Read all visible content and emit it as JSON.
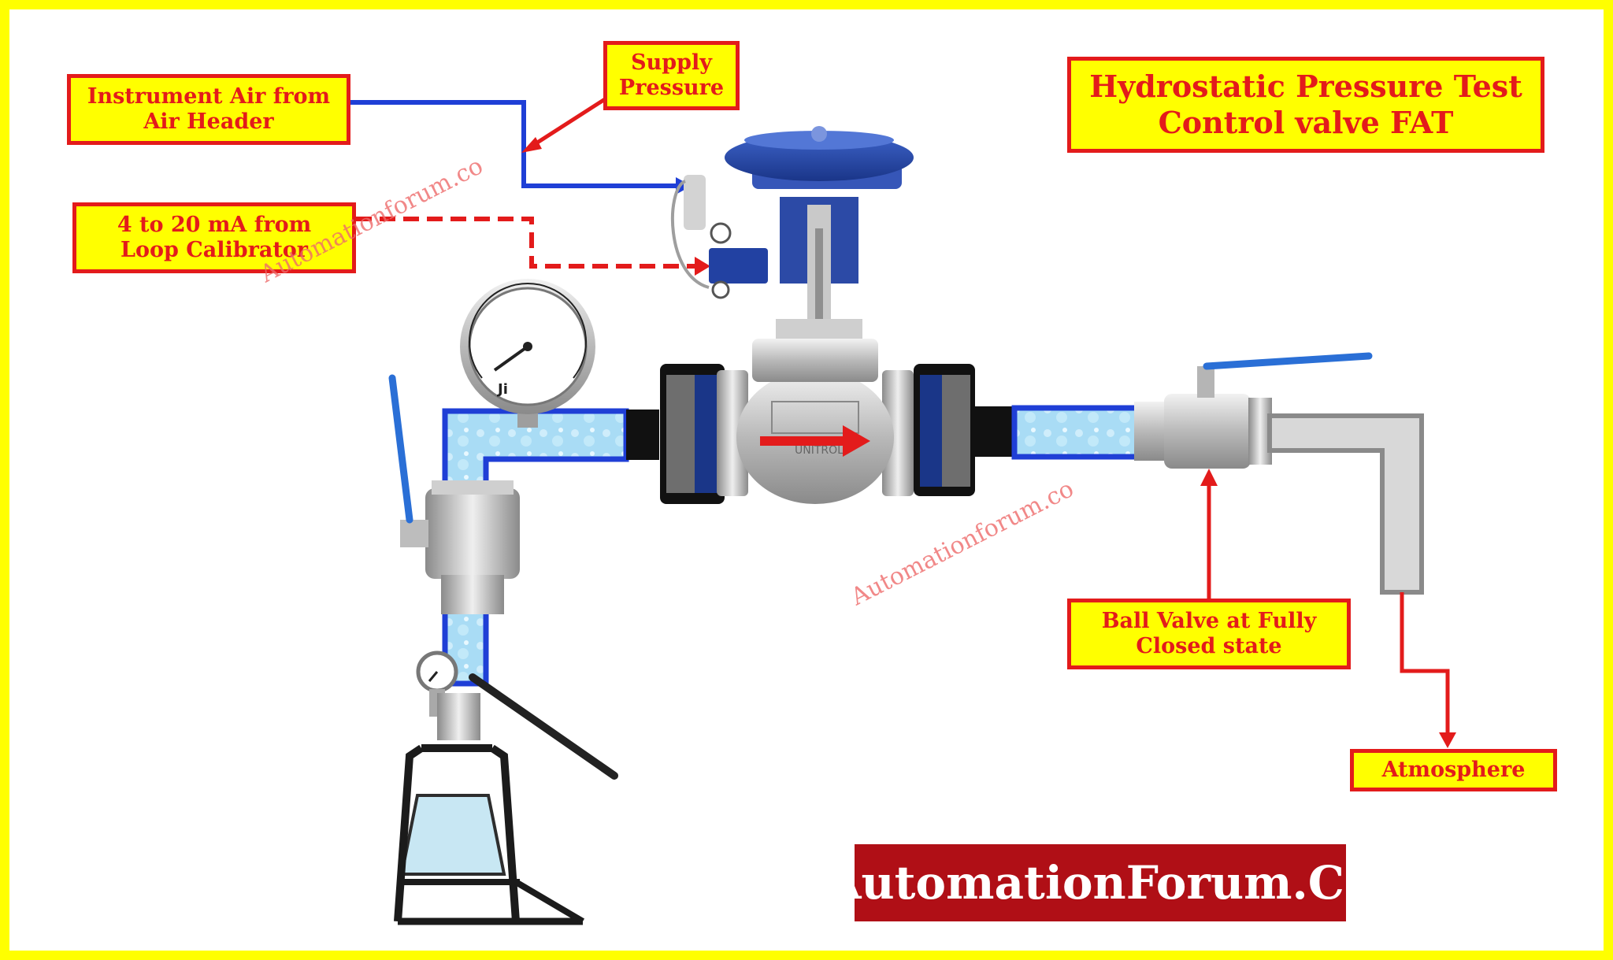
{
  "diagram": {
    "title_lines": [
      "Hydrostatic Pressure Test",
      "Control valve FAT"
    ],
    "labels": {
      "instrument_air": [
        "Instrument Air from",
        "Air Header"
      ],
      "supply_pressure": [
        "Supply",
        "Pressure"
      ],
      "loop_calibrator": [
        "4 to 20 mA from",
        "Loop Calibrator"
      ],
      "ball_valve_state": [
        "Ball Valve at Fully",
        "Closed state"
      ],
      "atmosphere": "Atmosphere"
    },
    "gauge_label": "Ji",
    "valve_label": "UNITROL",
    "watermark": "Automationforum.co",
    "brand": "AutomationForum.Co"
  },
  "colors": {
    "border_yellow": "#ffff00",
    "label_red": "#e31b1b",
    "air_line_blue": "#1f3fd6",
    "signal_line_red": "#e31b1b",
    "water_blue": "#9fd4f2",
    "pipe_outline": "#1f3fd6",
    "brand_bg": "#b00f16"
  },
  "icons": [
    "control-valve-icon",
    "pressure-gauge-icon",
    "ball-valve-icon",
    "hand-pump-icon",
    "flange-icon"
  ]
}
